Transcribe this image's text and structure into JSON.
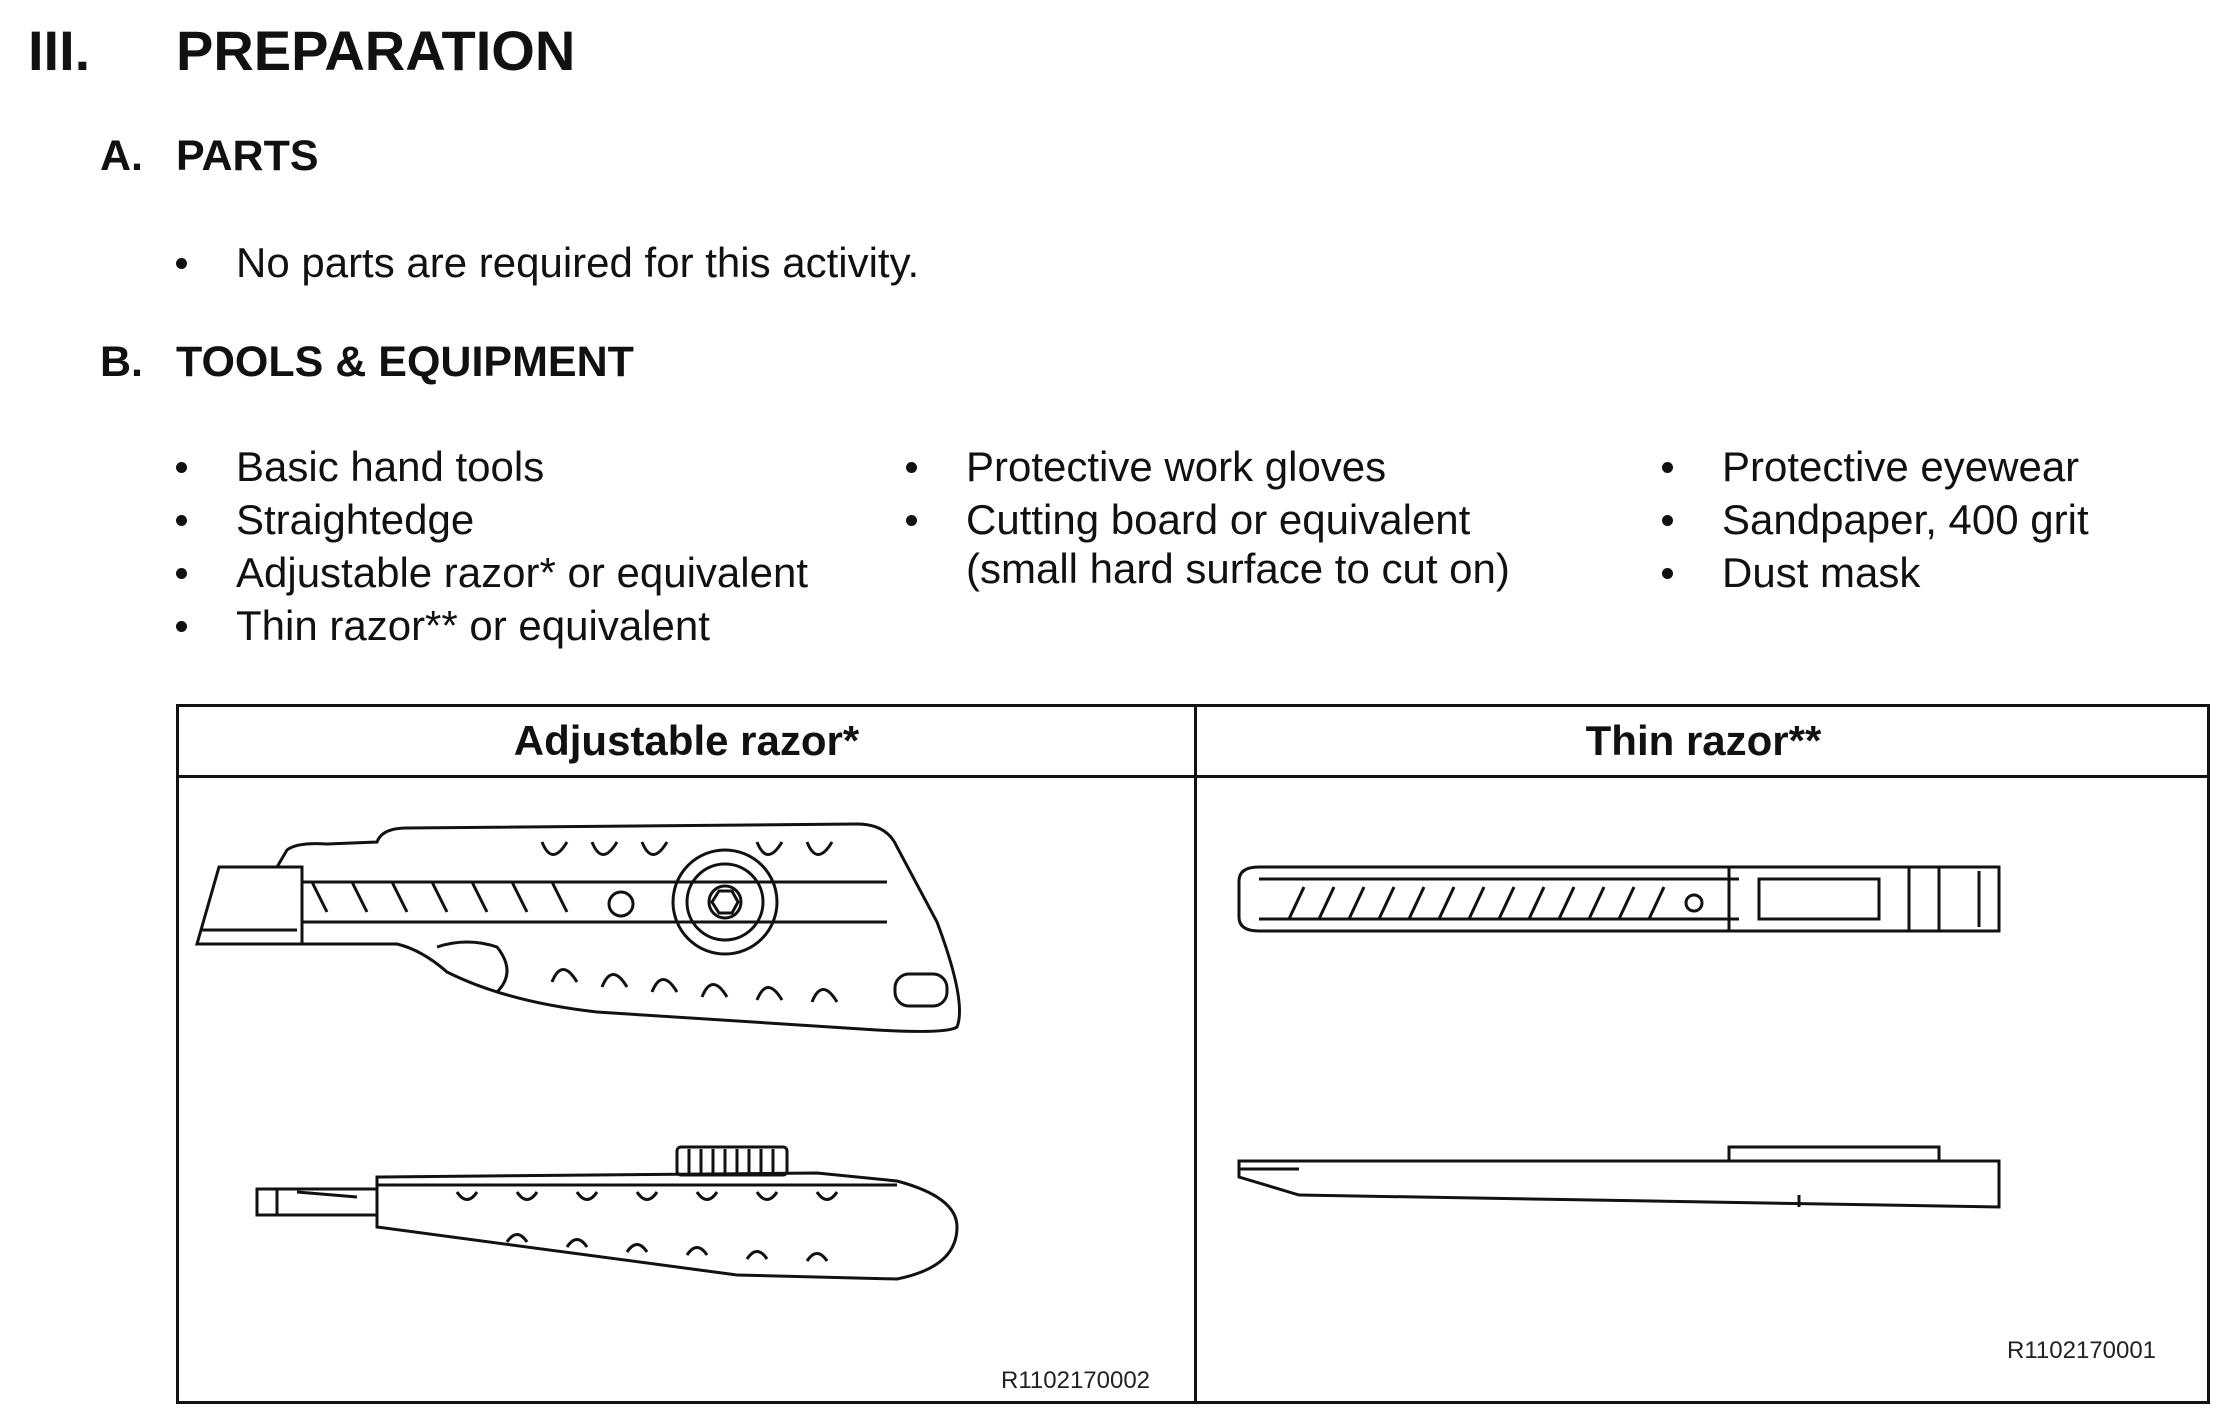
{
  "section": {
    "number": "III.",
    "title": "PREPARATION"
  },
  "parts": {
    "letter": "A.",
    "title": "PARTS",
    "items": [
      "No parts are required for this activity."
    ]
  },
  "tools": {
    "letter": "B.",
    "title": "TOOLS & EQUIPMENT",
    "col1": [
      "Basic hand tools",
      "Straightedge",
      "Adjustable razor* or equivalent",
      "Thin razor** or equivalent"
    ],
    "col2_item1": "Protective work gloves",
    "col2_item2_line1": "Cutting board or equivalent",
    "col2_item2_line2": "(small hard surface to cut on)",
    "col3": [
      "Protective eyewear",
      "Sandpaper, 400 grit",
      "Dust mask"
    ]
  },
  "figure_table": {
    "left_header": "Adjustable razor*",
    "right_header": "Thin razor**",
    "left_code": "R1102170002",
    "right_code": "R1102170001"
  }
}
